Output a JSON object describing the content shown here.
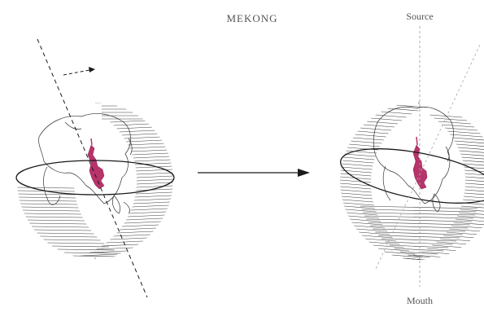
{
  "figure": {
    "title": "MEKONG",
    "source_label": "Source",
    "mouth_label": "Mouth"
  },
  "colors": {
    "ink": "#1a1a1a",
    "hatch": "#3a3a3a",
    "guide": "#9a9a9a",
    "river_basin": "#b8336a",
    "label": "#555555"
  }
}
